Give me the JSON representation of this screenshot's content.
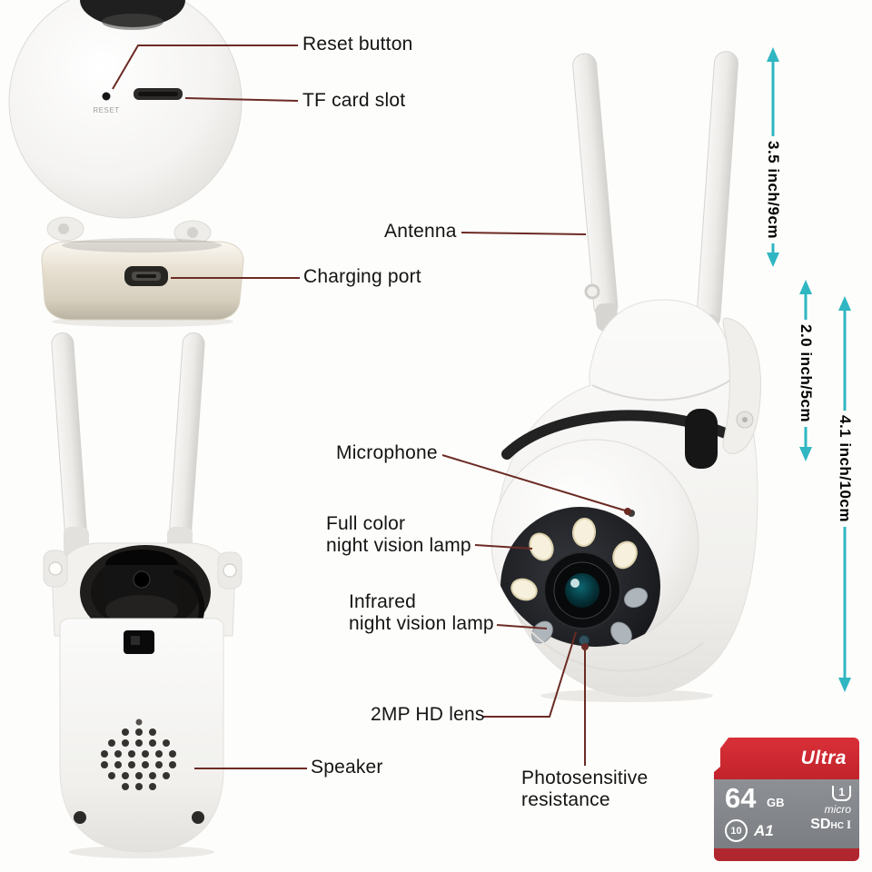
{
  "page": {
    "background": "#fdfdfb"
  },
  "colors": {
    "leader_line": "#6b2b24",
    "dimension_arrow": "#2fb6c2",
    "sd_red": "#ce2b33",
    "sd_gray": "#86898d"
  },
  "labels": {
    "reset_button": "Reset button",
    "tf_card_slot": "TF card slot",
    "antenna": "Antenna",
    "charging_port": "Charging port",
    "microphone": "Microphone",
    "full_color_night_vision_lamp": "Full color\nnight vision lamp",
    "infrared_night_vision_lamp": "Infrared\nnight vision lamp",
    "hd_lens": "2MP HD lens",
    "photosensitive_resistance": "Photosensitive\nresistance",
    "speaker": "Speaker"
  },
  "dimensions": {
    "antenna_height": "3.5 inch/9cm",
    "head_height": "2.0 inch/5cm",
    "body_height": "4.1 inch/10cm"
  },
  "camera_back": {
    "reset_text": "RESET"
  },
  "sd_card": {
    "brand": "Ultra",
    "capacity": "64",
    "capacity_unit": "GB",
    "class_number": "10",
    "speed_class": "A1",
    "micro": "micro",
    "format": "SD",
    "hc": "HC",
    "bus": "I",
    "uhs_speed": "1"
  }
}
